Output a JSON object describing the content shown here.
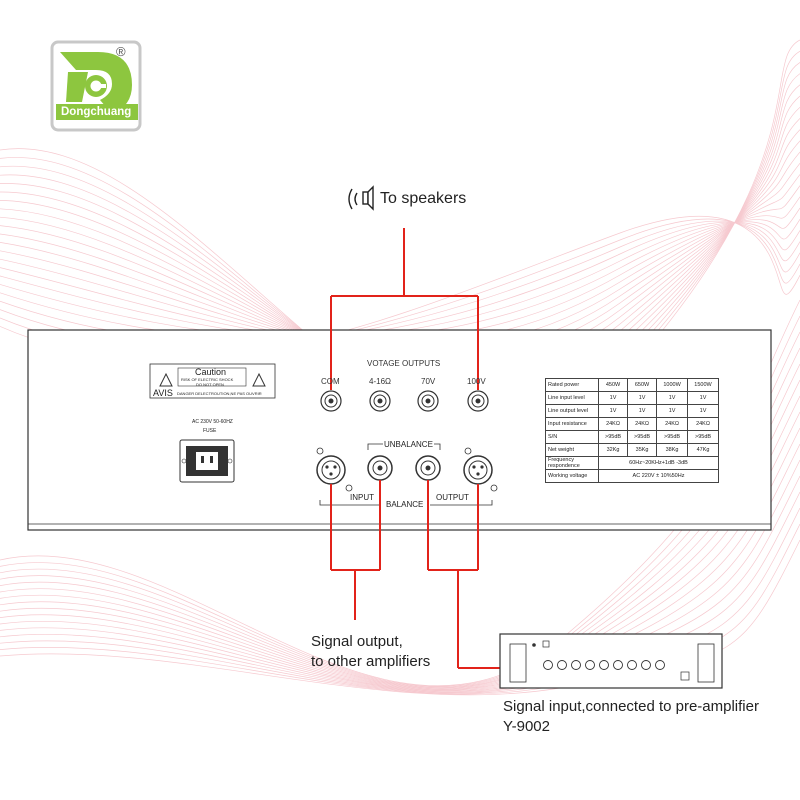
{
  "logo": {
    "text": "Dongchuang",
    "mark": "®",
    "color": "#8dc63f"
  },
  "speakers_label": "To speakers",
  "panel": {
    "caution_title": "Caution",
    "caution_line1": "RISK OF ELECTRIC SHOCK",
    "caution_line2": "DO NOT OPEN",
    "avis_word": "AVIS",
    "avis_text": "DANGER DELECTROUTION,NE PAS OUVRIR",
    "power_label": "AC 230V 50-60HZ",
    "fuse_label": "FUSE",
    "outputs_title": "VOTAGE OUTPUTS",
    "terminals": [
      "COM",
      "4-16Ω",
      "70V",
      "100V"
    ],
    "unbalance_label": "UNBALANCE",
    "input_label": "INPUT",
    "balance_label": "BALANCE",
    "output_label": "OUTPUT"
  },
  "spec_table": {
    "header": [
      "Rated power",
      "450W",
      "650W",
      "1000W",
      "1500W"
    ],
    "rows": [
      [
        "Line input level",
        "1V",
        "1V",
        "1V",
        "1V"
      ],
      [
        "Line output level",
        "1V",
        "1V",
        "1V",
        "1V"
      ],
      [
        "Input resistance",
        "24KΩ",
        "24KΩ",
        "24KΩ",
        "24KΩ"
      ],
      [
        "S/N",
        ">95dB",
        ">95dB",
        ">95dB",
        ">95dB"
      ],
      [
        "Net weight",
        "32Kg",
        "35Kg",
        "38Kg",
        "47Kg"
      ]
    ],
    "freq_label": "Frequency respondence",
    "freq_value": "60Hz~20KHz+1dB -3dB",
    "voltage_label": "Working voltage",
    "voltage_value": "AC 220V ± 10%50Hz"
  },
  "signal_output_line1": "Signal output,",
  "signal_output_line2": "to other amplifiers",
  "signal_input_line1": "Signal input,connected to pre-amplifier",
  "signal_input_line2": "Y-9002",
  "colors": {
    "wire": "#e2231a",
    "panel_line": "#333333",
    "wave": "#f6c9cf",
    "logo_green": "#8dc63f"
  }
}
